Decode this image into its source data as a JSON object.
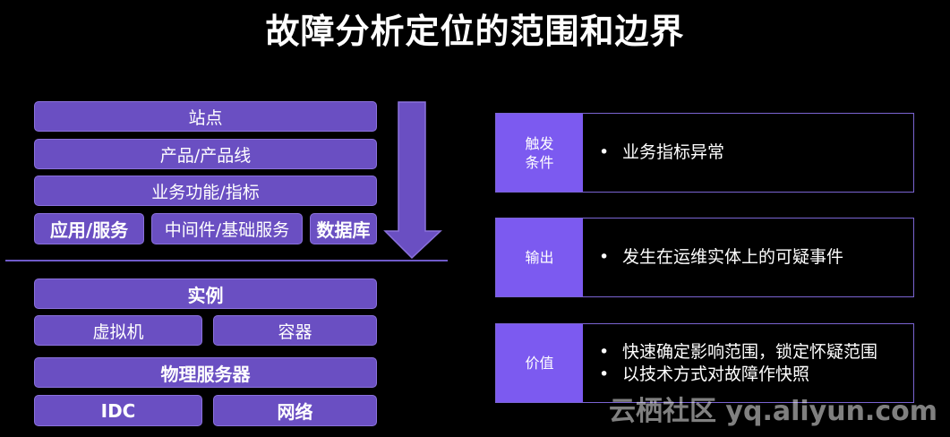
{
  "title": "故障分析定位的范围和边界",
  "stack_top": {
    "site": "站点",
    "product": "产品/产品线",
    "business": "业务功能/指标",
    "app": "应用/服务",
    "middleware": "中间件/基础服务",
    "database": "数据库"
  },
  "stack_bottom": {
    "instance": "实例",
    "vm": "虚拟机",
    "container": "容器",
    "physical": "物理服务器",
    "idc": "IDC",
    "network": "网络"
  },
  "panels": [
    {
      "label_lines": [
        "触发",
        "条件"
      ],
      "bullets": [
        "业务指标异常"
      ]
    },
    {
      "label_lines": [
        "输出"
      ],
      "bullets": [
        "发生在运维实体上的可疑事件"
      ]
    },
    {
      "label_lines": [
        "价值"
      ],
      "bullets": [
        "快速确定影响范围，锁定怀疑范围",
        "以技术方式对故障作快照"
      ]
    }
  ],
  "bullet_char": "•",
  "watermark": "云栖社区 yq.aliyun.com",
  "colors": {
    "block": "#6a4fc2",
    "label": "#7c5af0",
    "border": "#7a64d2",
    "background": "#000000"
  }
}
